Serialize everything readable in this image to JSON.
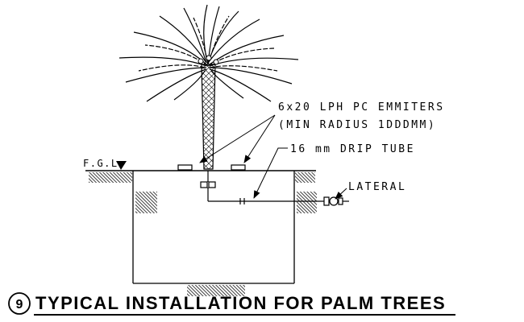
{
  "drawing": {
    "labels": {
      "emitters_line1": "6x20 LPH PC EMMITERS",
      "emitters_line2": "(MIN RADIUS 1DDDMM)",
      "drip_tube": "16 mm  DRIP TUBE",
      "lateral": "LATERAL",
      "fgl": "F.G.L"
    },
    "title": {
      "number": "9",
      "text": "TYPICAL INSTALLATION FOR PALM TREES"
    },
    "colors": {
      "line": "#000000",
      "background": "#ffffff"
    }
  }
}
